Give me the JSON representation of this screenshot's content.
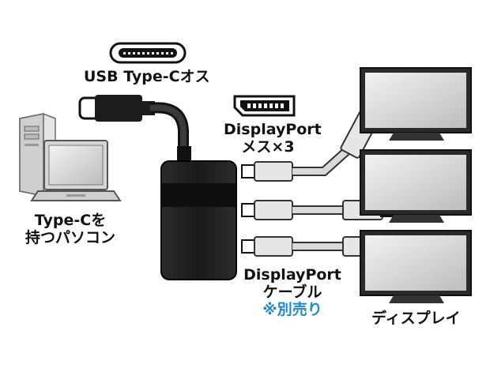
{
  "labels": {
    "usb_typec_male": "USB Type-Cオス",
    "displayport_female_x3": [
      "DisplayPort",
      "メス×3"
    ],
    "pc_with_typec": [
      "Type-Cを",
      "持つパソコン"
    ],
    "displayport_cable": [
      "DisplayPort",
      "ケーブル"
    ],
    "sold_separately": "※別売り",
    "display": "ディスプレイ"
  },
  "colors": {
    "note_blue": "#1e8ad6",
    "adapter_body": "#1c1c1c",
    "cable_gray": "#d9d9d9",
    "outline": "#111111"
  },
  "icons": [
    "usb-c-port-icon",
    "displayport-port-icon",
    "desktop-pc-icon",
    "laptop-icon",
    "monitor-icon",
    "adapter-hub-icon"
  ]
}
